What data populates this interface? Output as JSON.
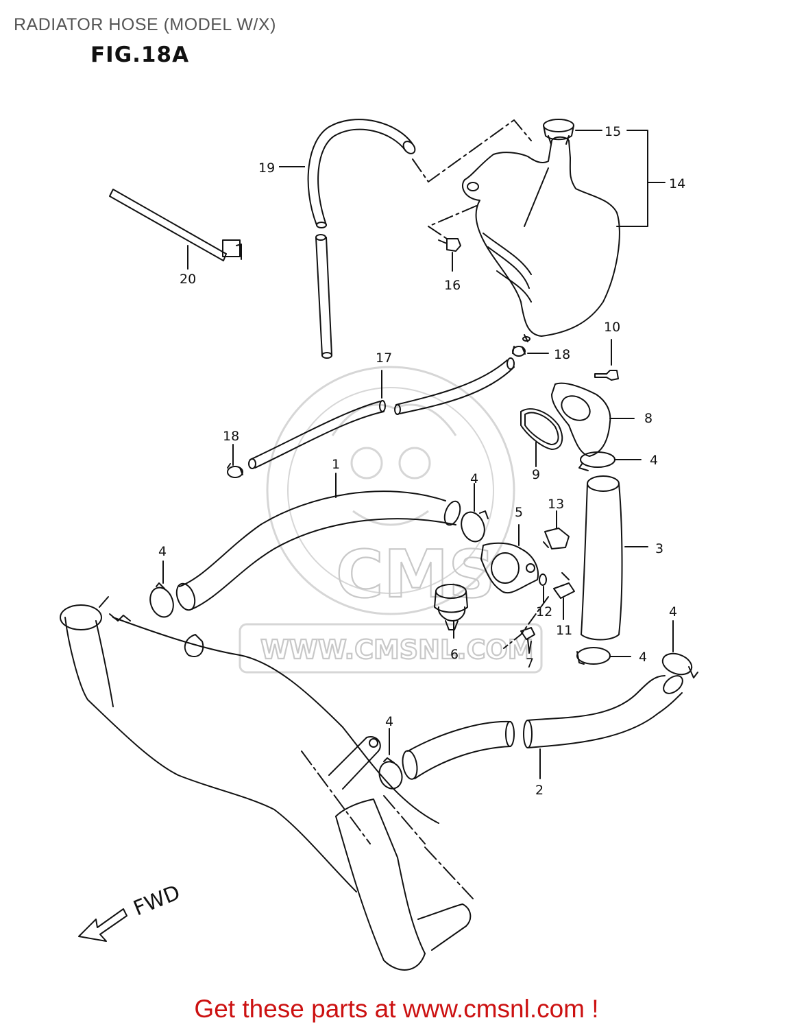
{
  "header": {
    "title": "RADIATOR HOSE (MODEL W/X)",
    "figure": "FIG.18A"
  },
  "watermark": {
    "brand": "CMS",
    "url": "WWW.CMSNL.COM"
  },
  "callouts": [
    {
      "id": "c1",
      "label": "1"
    },
    {
      "id": "c2",
      "label": "2"
    },
    {
      "id": "c3",
      "label": "3"
    },
    {
      "id": "c4a",
      "label": "4"
    },
    {
      "id": "c4b",
      "label": "4"
    },
    {
      "id": "c4c",
      "label": "4"
    },
    {
      "id": "c4d",
      "label": "4"
    },
    {
      "id": "c4e",
      "label": "4"
    },
    {
      "id": "c4f",
      "label": "4"
    },
    {
      "id": "c5",
      "label": "5"
    },
    {
      "id": "c6",
      "label": "6"
    },
    {
      "id": "c7",
      "label": "7"
    },
    {
      "id": "c8",
      "label": "8"
    },
    {
      "id": "c9",
      "label": "9"
    },
    {
      "id": "c10",
      "label": "10"
    },
    {
      "id": "c11",
      "label": "11"
    },
    {
      "id": "c12",
      "label": "12"
    },
    {
      "id": "c13",
      "label": "13"
    },
    {
      "id": "c14",
      "label": "14"
    },
    {
      "id": "c15",
      "label": "15"
    },
    {
      "id": "c16",
      "label": "16"
    },
    {
      "id": "c17",
      "label": "17"
    },
    {
      "id": "c18a",
      "label": "18"
    },
    {
      "id": "c18b",
      "label": "18"
    },
    {
      "id": "c19",
      "label": "19"
    },
    {
      "id": "c20",
      "label": "20"
    }
  ],
  "direction_marker": "FWD",
  "footer": {
    "cta": "Get these parts at www.cmsnl.com !"
  },
  "colors": {
    "line": "#111111",
    "watermark": "#c8c8c8",
    "cta": "#cc1111"
  }
}
